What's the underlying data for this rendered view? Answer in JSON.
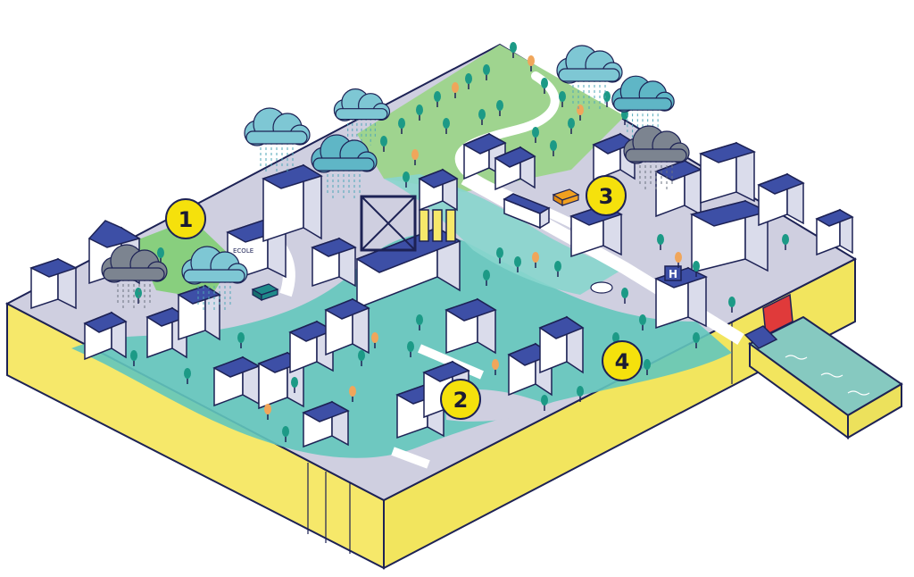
{
  "markers": [
    {
      "id": "1",
      "label": "1"
    },
    {
      "id": "2",
      "label": "2"
    },
    {
      "id": "3",
      "label": "3"
    },
    {
      "id": "4",
      "label": "4"
    }
  ],
  "hospital_sign": "H",
  "school_sign": "ECOLE",
  "colors": {
    "ground_top": "#cfcfe0",
    "ground_side": "#f6e86a",
    "ground_side_dark": "#ece15c",
    "flood_water": "#63c6bd",
    "flood_water_light": "#87d5cd",
    "hill_green": "#9fd48f",
    "park_green": "#88cf7e",
    "building_blue": "#3d4fa6",
    "building_wall": "#ffffff",
    "building_side": "#dadceb",
    "outline": "#1d2255",
    "cloud_teal": "#7ec7d4",
    "cloud_dark": "#7c8490",
    "marker_yellow": "#f5e10c",
    "road": "#ffffff",
    "tree_green": "#1c9a86",
    "tree_orange": "#f0a65b",
    "basin_water": "#86c9c0",
    "gate_red": "#e03a3a"
  }
}
